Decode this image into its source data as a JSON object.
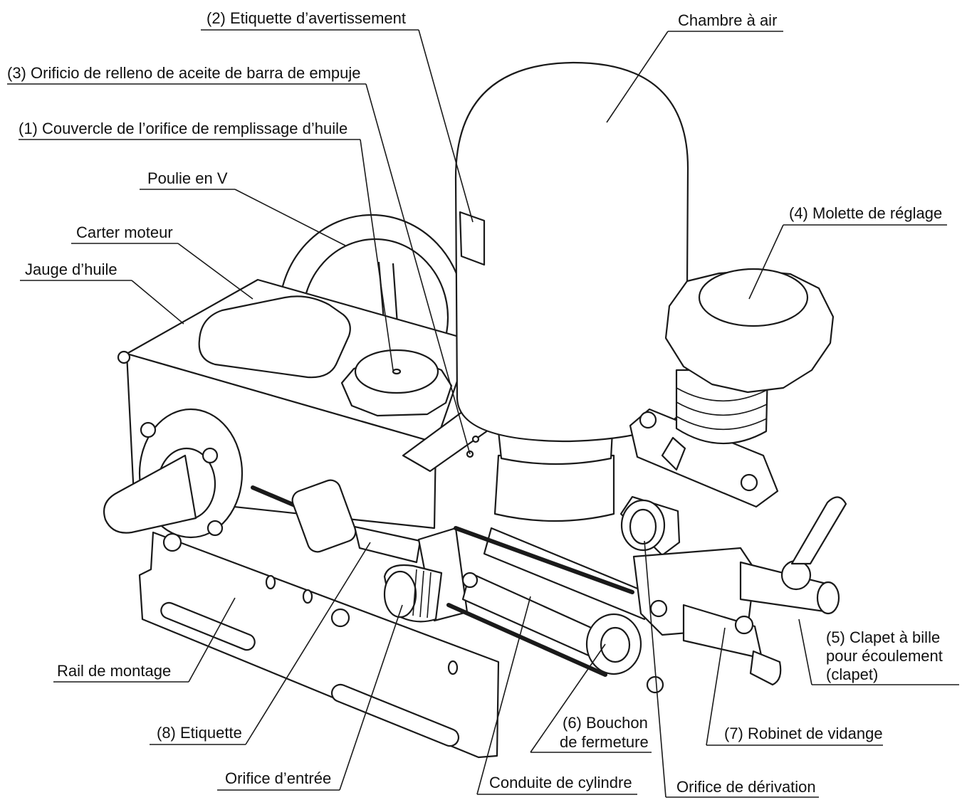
{
  "labels": {
    "warning_label": "(2) Etiquette d’avertissement",
    "air_chamber": "Chambre à air",
    "pushrod_oil_port": "(3) Orificio de relleno de aceite de barra de empuje",
    "oil_fill_cap": "(1) Couvercle de l’orifice de remplissage d’huile",
    "v_pulley": "Poulie en V",
    "adjust_knob": "(4) Molette de réglage",
    "crankcase": "Carter moteur",
    "oil_gauge": "Jauge d’huile",
    "mounting_rail": "Rail de montage",
    "ball_valve_line1": "(5) Clapet à bille",
    "ball_valve_line2": "pour écoulement",
    "ball_valve_line3": "(clapet)",
    "label_8": "(8) Etiquette",
    "plug_line1": "(6) Bouchon",
    "plug_line2": "de fermeture",
    "drain_cock": "(7) Robinet de vidange",
    "inlet_port": "Orifice d’entrée",
    "cylinder_pipe": "Conduite de cylindre",
    "bypass_port": "Orifice de dérivation"
  }
}
